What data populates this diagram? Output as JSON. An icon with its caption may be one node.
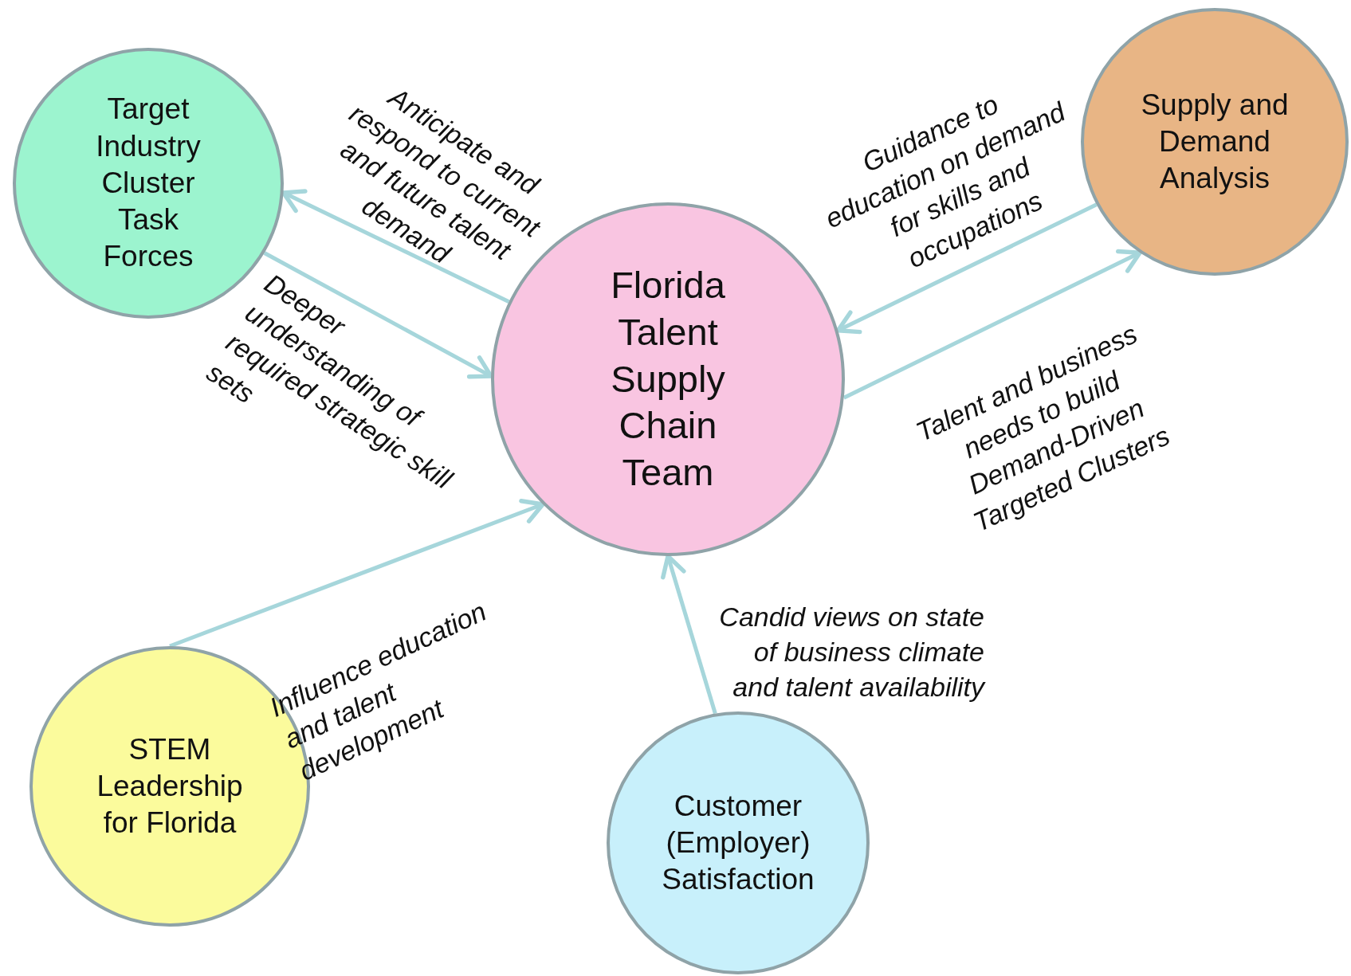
{
  "diagram": {
    "nodes": [
      {
        "text": [
          "Target Industry Cluster Task Forces"
        ]
      },
      {
        "text": [
          "Supply and Demand Analysis"
        ]
      },
      {
        "text": [
          "Florida Talent Supply Chain Team"
        ]
      },
      {
        "text": [
          "STEM Leadership for Florida"
        ]
      },
      {
        "text": [
          "Customer (Employer) Satisfaction"
        ]
      }
    ],
    "edges": [
      {
        "from": 2,
        "to": 0,
        "arrow": "to",
        "label": "Anticipate and respond to current and future talent demand"
      },
      {
        "from": 0,
        "to": 2,
        "arrow": "to",
        "label": "Deeper understanding of required strategic skill sets"
      },
      {
        "from": 1,
        "to": 2,
        "arrow": "to",
        "label": "Guidance to education on demand for skills and occupations"
      },
      {
        "from": 2,
        "to": 1,
        "arrow": "to",
        "label": "Talent and business needs to build Demand-Driven Targeted Clusters"
      },
      {
        "from": 3,
        "to": 2,
        "arrow": "to",
        "label": "Influence education and talent development"
      },
      {
        "from": 4,
        "to": 2,
        "arrow": "to",
        "label": "Candid views on state of business climate and talent availability"
      }
    ]
  }
}
